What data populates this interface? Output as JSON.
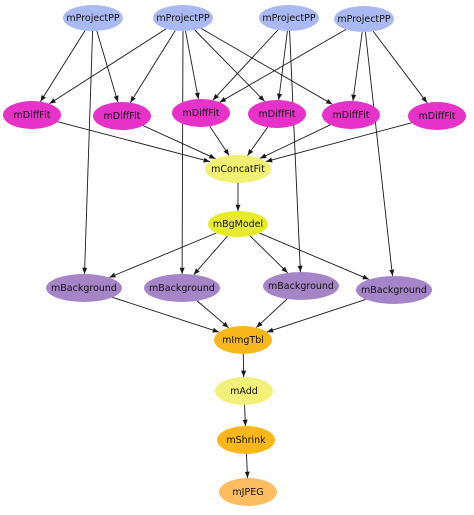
{
  "colors": {
    "project": "#aab9f2",
    "difffit": "#e632c8",
    "concatfit": "#f1f073",
    "bgmodel": "#e6ec25",
    "background": "#a684c8",
    "imgtbl": "#f8b81b",
    "add": "#f3f07a",
    "shrink": "#f9b71b",
    "jpeg": "#fbbd60",
    "edge": "#1a1a1a"
  },
  "nodes": [
    {
      "id": "p1",
      "label": "mProjectPP",
      "color_key": "project"
    },
    {
      "id": "p2",
      "label": "mProjectPP",
      "color_key": "project"
    },
    {
      "id": "p3",
      "label": "mProjectPP",
      "color_key": "project"
    },
    {
      "id": "p4",
      "label": "mProjectPP",
      "color_key": "project"
    },
    {
      "id": "d1",
      "label": "mDiffFit",
      "color_key": "difffit"
    },
    {
      "id": "d2",
      "label": "mDiffFit",
      "color_key": "difffit"
    },
    {
      "id": "d3",
      "label": "mDiffFit",
      "color_key": "difffit"
    },
    {
      "id": "d4",
      "label": "mDiffFit",
      "color_key": "difffit"
    },
    {
      "id": "d5",
      "label": "mDiffFit",
      "color_key": "difffit"
    },
    {
      "id": "d6",
      "label": "mDiffFit",
      "color_key": "difffit"
    },
    {
      "id": "cf",
      "label": "mConcatFit",
      "color_key": "concatfit"
    },
    {
      "id": "bg",
      "label": "mBgModel",
      "color_key": "bgmodel"
    },
    {
      "id": "b1",
      "label": "mBackground",
      "color_key": "background"
    },
    {
      "id": "b2",
      "label": "mBackground",
      "color_key": "background"
    },
    {
      "id": "b3",
      "label": "mBackground",
      "color_key": "background"
    },
    {
      "id": "b4",
      "label": "mBackground",
      "color_key": "background"
    },
    {
      "id": "it",
      "label": "mImgTbl",
      "color_key": "imgtbl"
    },
    {
      "id": "ad",
      "label": "mAdd",
      "color_key": "add"
    },
    {
      "id": "sh",
      "label": "mShrink",
      "color_key": "shrink"
    },
    {
      "id": "jp",
      "label": "mJPEG",
      "color_key": "jpeg"
    }
  ],
  "edges": [
    [
      "p1",
      "d1"
    ],
    [
      "p1",
      "d2"
    ],
    [
      "p1",
      "b1"
    ],
    [
      "p2",
      "d1"
    ],
    [
      "p2",
      "d2"
    ],
    [
      "p2",
      "d3"
    ],
    [
      "p2",
      "d4"
    ],
    [
      "p2",
      "d5"
    ],
    [
      "p2",
      "b2"
    ],
    [
      "p3",
      "d3"
    ],
    [
      "p3",
      "d4"
    ],
    [
      "p3",
      "b3"
    ],
    [
      "p4",
      "d3"
    ],
    [
      "p4",
      "d5"
    ],
    [
      "p4",
      "d6"
    ],
    [
      "p4",
      "b4"
    ],
    [
      "d1",
      "cf"
    ],
    [
      "d2",
      "cf"
    ],
    [
      "d3",
      "cf"
    ],
    [
      "d4",
      "cf"
    ],
    [
      "d5",
      "cf"
    ],
    [
      "d6",
      "cf"
    ],
    [
      "cf",
      "bg"
    ],
    [
      "bg",
      "b1"
    ],
    [
      "bg",
      "b2"
    ],
    [
      "bg",
      "b3"
    ],
    [
      "bg",
      "b4"
    ],
    [
      "b1",
      "it"
    ],
    [
      "b2",
      "it"
    ],
    [
      "b3",
      "it"
    ],
    [
      "b4",
      "it"
    ],
    [
      "it",
      "ad"
    ],
    [
      "ad",
      "sh"
    ],
    [
      "sh",
      "jp"
    ]
  ]
}
